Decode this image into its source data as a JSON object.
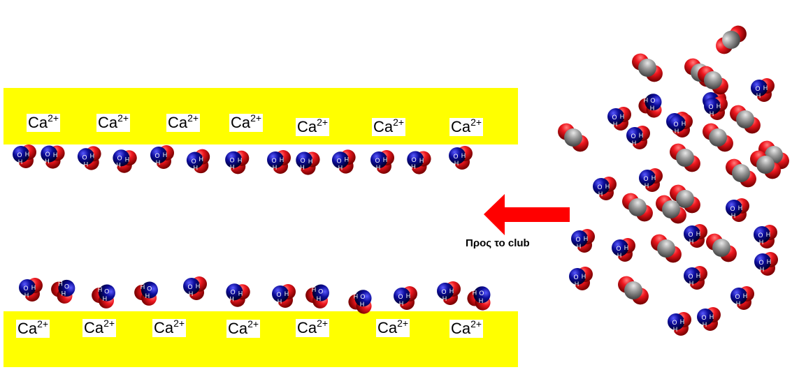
{
  "ion": {
    "symbol": "Ca",
    "charge": "2+"
  },
  "water": {
    "o_label": "O",
    "h_label": "H"
  },
  "arrow": {
    "label": "Προς το club",
    "color": "#ff0000"
  },
  "colors": {
    "band": "#ffff00",
    "oxygen": "#e8101a",
    "hydrogen_blue": "#0a0a8c",
    "carbon": "#8f8f8f"
  },
  "counts": {
    "top_ions": 7,
    "bottom_ions": 7,
    "co2_molecules": 17,
    "water_molecules": 47
  }
}
